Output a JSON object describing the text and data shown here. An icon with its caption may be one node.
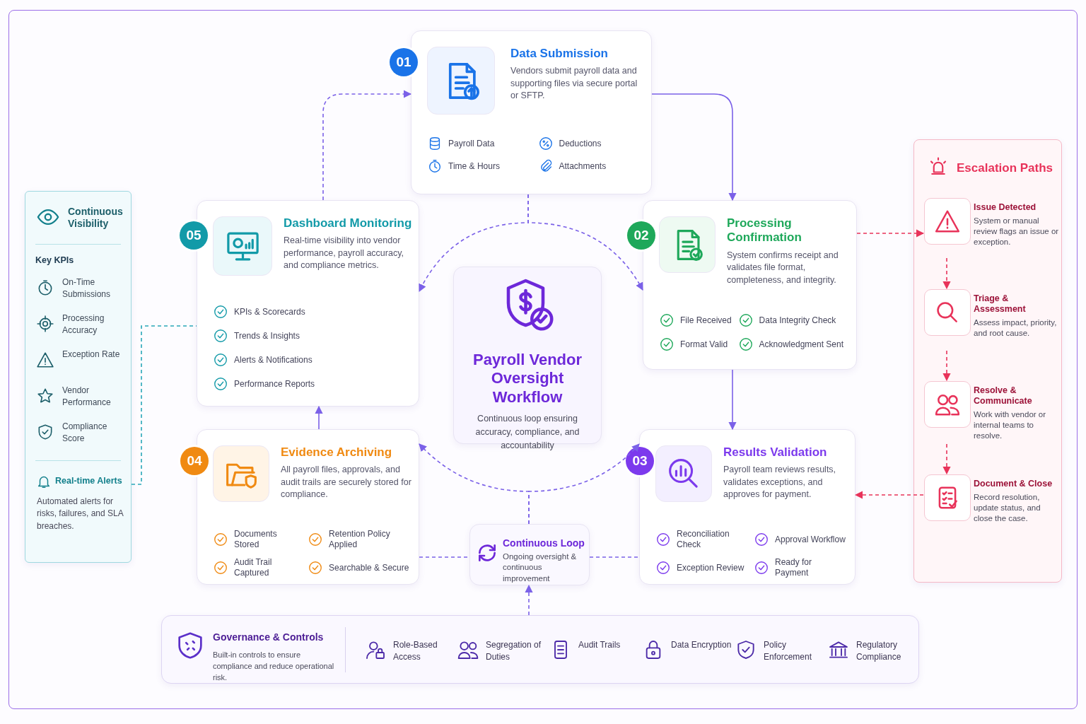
{
  "diagram": {
    "nodes": [
      {
        "text": [
          "01",
          "Data Submission",
          "Vendors submit payroll data and supporting files via secure portal or SFTP.",
          "Payroll Data",
          "Deductions",
          "Time & Hours",
          "Attachments"
        ]
      },
      {
        "text": [
          "02",
          "Processing Confirmation",
          "System confirms receipt and validates file format, completeness, and integrity.",
          "File Received",
          "Data Integrity Check",
          "Format Valid",
          "Acknowledgment Sent"
        ]
      },
      {
        "text": [
          "03",
          "Results Validation",
          "Payroll team reviews results, validates exceptions, and approves for payment.",
          "Reconciliation Check",
          "Approval Workflow",
          "Exception Review",
          "Ready for Payment"
        ]
      },
      {
        "text": [
          "04",
          "Evidence Archiving",
          "All payroll files, approvals, and audit trails are securely stored for compliance.",
          "Documents Stored",
          "Retention Policy Applied",
          "Audit Trail Captured",
          "Searchable & Secure"
        ]
      },
      {
        "text": [
          "05",
          "Dashboard Monitoring",
          "Real-time visibility into vendor performance, payroll accuracy, and compliance metrics.",
          "KPIs & Scorecards",
          "Trends & Insights",
          "Alerts & Notifications",
          "Performance Reports"
        ]
      },
      {
        "text": [
          "Payroll Vendor Oversight Workflow",
          "Continuous loop ensuring accuracy, compliance, and accountability"
        ]
      },
      {
        "text": [
          "Continuous Loop",
          "Ongoing oversight & continuous improvement"
        ]
      },
      {
        "text": [
          "Continuous Visibility",
          "Key KPIs",
          "On-Time Submissions",
          "Processing Accuracy",
          "Exception Rate",
          "Vendor Performance",
          "Compliance Score",
          "Real-time Alerts",
          "Automated alerts for risks, failures, and SLA breaches."
        ]
      },
      {
        "text": [
          "Escalation Paths"
        ]
      },
      {
        "text": [
          "Issue Detected",
          "System or manual review flags an issue or exception."
        ],
        "in": 8
      },
      {
        "text": [
          "Triage & Assessment",
          "Assess impact, priority, and root cause."
        ],
        "in": 8
      },
      {
        "text": [
          "Resolve & Communicate",
          "Work with vendor or internal teams to resolve."
        ],
        "in": 8
      },
      {
        "text": [
          "Document & Close",
          "Record resolution, update status, and close the case."
        ],
        "in": 8
      },
      {
        "text": [
          "Governance & Controls",
          "Built-in controls to ensure compliance and reduce operational risk.",
          "Role-Based Access",
          "Segregation of Duties",
          "Audit Trails",
          "Data Encryption",
          "Policy Enforcement",
          "Regulatory Compliance"
        ]
      }
    ],
    "edges": [
      {
        "from": 0,
        "to": 1,
        "arrow": "to"
      },
      {
        "from": 1,
        "to": 2,
        "arrow": "to"
      },
      {
        "from": 3,
        "to": 4,
        "arrow": "to"
      },
      {
        "from": 4,
        "to": 0,
        "arrow": "to",
        "style": "dashed"
      },
      {
        "from": 0,
        "to": 4,
        "arrow": "to",
        "style": "dashed"
      },
      {
        "from": 0,
        "to": 1,
        "arrow": "to",
        "style": "dashed"
      },
      {
        "from": 6,
        "to": 3,
        "arrow": "to",
        "style": "dashed"
      },
      {
        "from": 6,
        "to": 2,
        "arrow": "to",
        "style": "dashed"
      },
      {
        "from": 3,
        "to": 6,
        "arrow": "none",
        "style": "dashed"
      },
      {
        "from": 6,
        "to": 2,
        "arrow": "none",
        "style": "dashed"
      },
      {
        "from": 13,
        "to": 6,
        "arrow": "to",
        "style": "dashed"
      },
      {
        "from": 7,
        "to": 4,
        "arrow": "none",
        "style": "dashed",
        "color": "#2aa7b8"
      },
      {
        "from": 1,
        "to": 9,
        "arrow": "to",
        "style": "dashed",
        "color": "#e8335a"
      },
      {
        "from": 9,
        "to": 10,
        "arrow": "to",
        "style": "dashed",
        "color": "#e8335a"
      },
      {
        "from": 10,
        "to": 11,
        "arrow": "to",
        "style": "dashed",
        "color": "#e8335a"
      },
      {
        "from": 11,
        "to": 12,
        "arrow": "to",
        "style": "dashed",
        "color": "#e8335a"
      },
      {
        "from": 12,
        "to": 2,
        "arrow": "to",
        "style": "dashed",
        "color": "#e8335a"
      }
    ]
  }
}
